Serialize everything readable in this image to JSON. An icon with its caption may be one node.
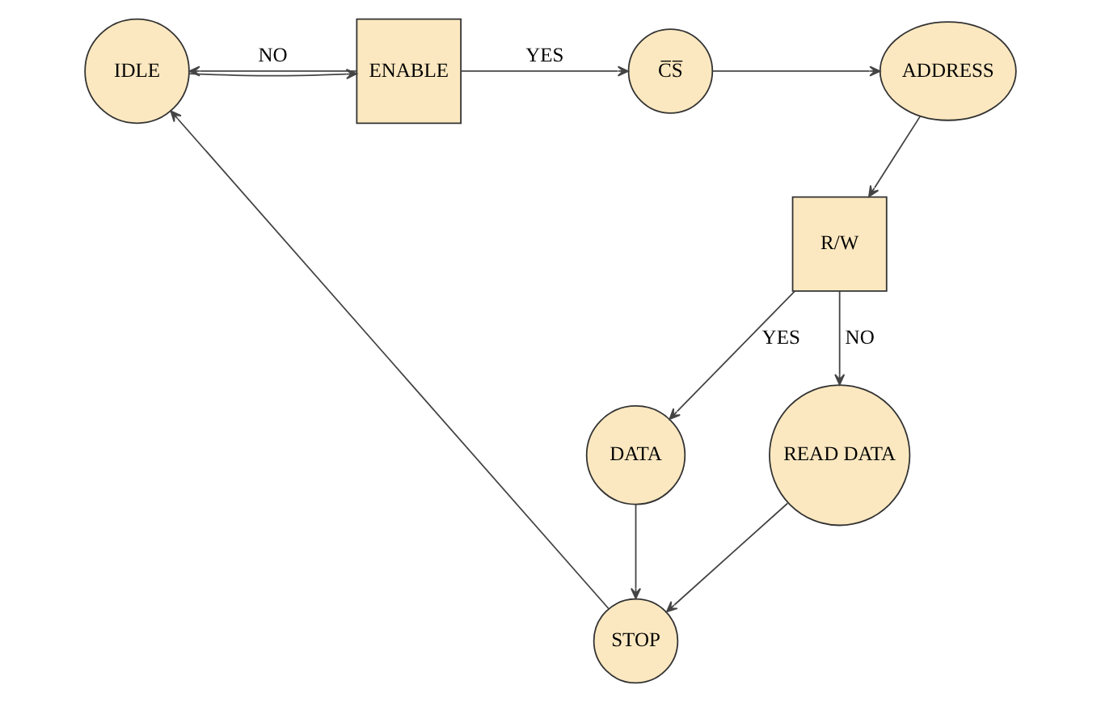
{
  "diagram": {
    "nodes": [
      {
        "text": [
          "IDLE"
        ]
      },
      {
        "text": [
          "ENABLE"
        ]
      },
      {
        "text": [
          "C̅S̅"
        ]
      },
      {
        "text": [
          "ADDRESS"
        ]
      },
      {
        "text": [
          "R/W"
        ]
      },
      {
        "text": [
          "DATA"
        ]
      },
      {
        "text": [
          "STOP"
        ]
      },
      {
        "text": [
          "READ DATA"
        ]
      }
    ],
    "edges": [
      {
        "from": 0,
        "to": 1,
        "arrow": "to"
      },
      {
        "from": 1,
        "to": 0,
        "arrow": "to",
        "label": "NO"
      },
      {
        "from": 1,
        "to": 2,
        "arrow": "to",
        "label": "YES"
      },
      {
        "from": 2,
        "to": 3,
        "arrow": "to"
      },
      {
        "from": 3,
        "to": 4,
        "arrow": "to"
      },
      {
        "from": 4,
        "to": 5,
        "arrow": "to",
        "label": "YES"
      },
      {
        "from": 4,
        "to": 7,
        "arrow": "to",
        "label": "NO"
      },
      {
        "from": 5,
        "to": 6,
        "arrow": "to"
      },
      {
        "from": 7,
        "to": 6,
        "arrow": "to"
      },
      {
        "from": 6,
        "to": 0,
        "arrow": "to"
      }
    ]
  }
}
